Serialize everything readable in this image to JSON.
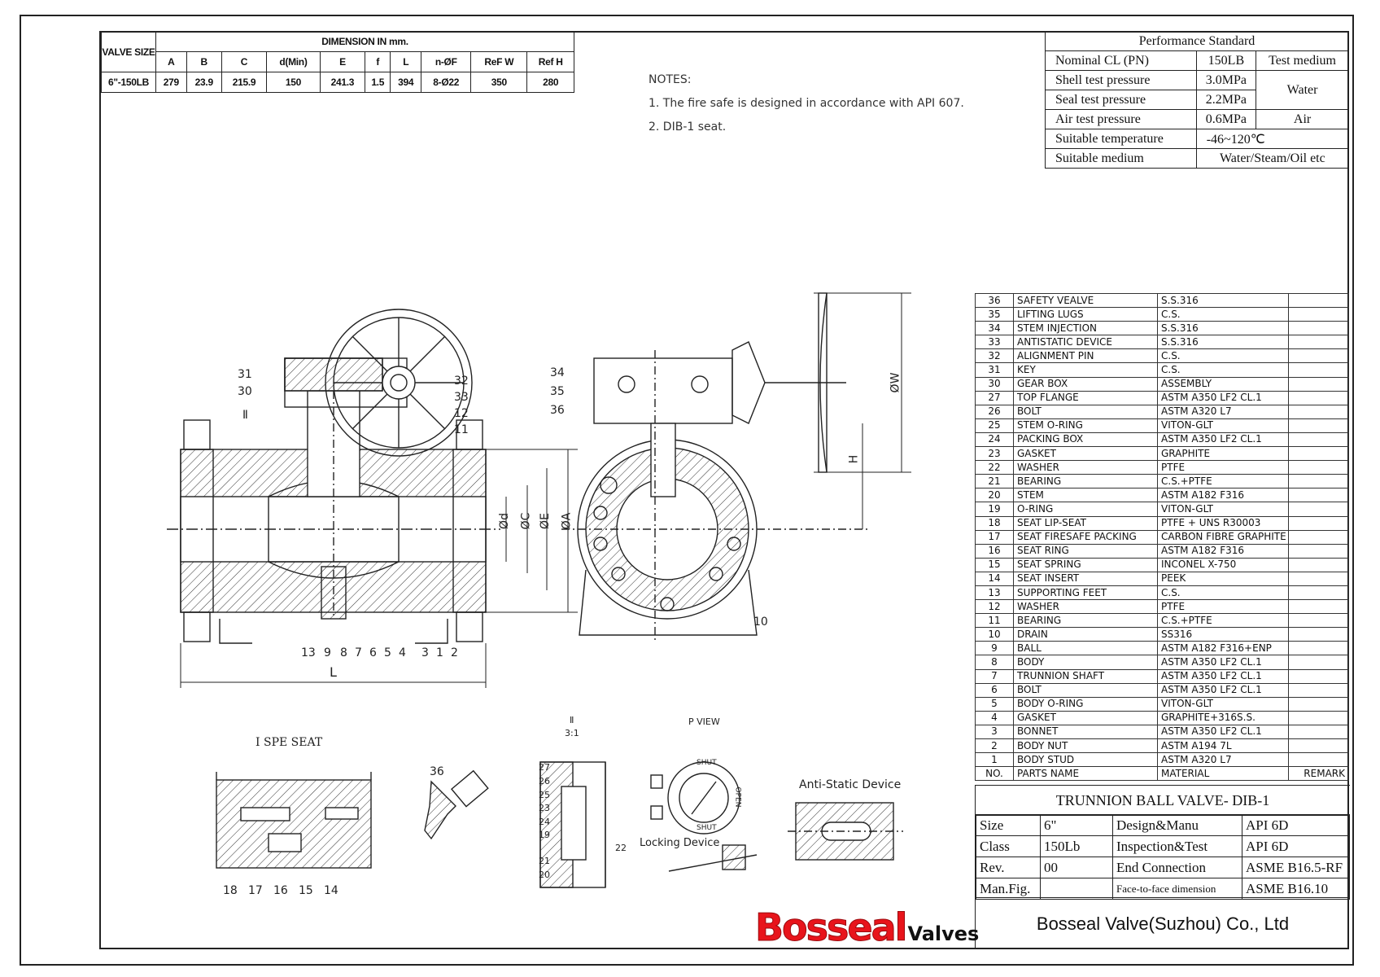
{
  "dimension_table": {
    "valve_size_header": "VALVE SIZE",
    "dimension_header": "DIMENSION IN mm.",
    "columns": [
      "A",
      "B",
      "C",
      "d(Min)",
      "E",
      "f",
      "L",
      "n-ØF",
      "ReF W",
      "Ref H"
    ],
    "row": {
      "size": "6\"-150LB",
      "values": [
        "279",
        "23.9",
        "215.9",
        "150",
        "241.3",
        "1.5",
        "394",
        "8-Ø22",
        "350",
        "280"
      ]
    }
  },
  "notes": {
    "title": "NOTES:",
    "items": [
      "1. The fire safe is designed in accordance with API 607.",
      "2. DIB-1 seat."
    ]
  },
  "performance": {
    "title": "Performance Standard",
    "rows": [
      {
        "label": "Nominal CL (PN)",
        "value": "150LB",
        "medium": "Test medium"
      },
      {
        "label": "Shell test pressure",
        "value": "3.0MPa",
        "medium": "Water"
      },
      {
        "label": "Seal test pressure",
        "value": "2.2MPa"
      },
      {
        "label": "Air test pressure",
        "value": "0.6MPa",
        "medium": "Air"
      },
      {
        "label": "Suitable temperature",
        "value": "-46~120℃"
      },
      {
        "label": "Suitable medium",
        "value": "Water/Steam/Oil etc"
      }
    ]
  },
  "parts": [
    {
      "no": "36",
      "name": "SAFETY VEALVE",
      "material": "S.S.316"
    },
    {
      "no": "35",
      "name": "LIFTING LUGS",
      "material": "C.S."
    },
    {
      "no": "34",
      "name": "STEM INJECTION",
      "material": "S.S.316"
    },
    {
      "no": "33",
      "name": "ANTISTATIC DEVICE",
      "material": "S.S.316"
    },
    {
      "no": "32",
      "name": "ALIGNMENT PIN",
      "material": "C.S."
    },
    {
      "no": "31",
      "name": "KEY",
      "material": "C.S."
    },
    {
      "no": "30",
      "name": "GEAR BOX",
      "material": "ASSEMBLY"
    },
    {
      "no": "27",
      "name": "TOP FLANGE",
      "material": "ASTM A350 LF2 CL.1"
    },
    {
      "no": "26",
      "name": "BOLT",
      "material": "ASTM A320 L7"
    },
    {
      "no": "25",
      "name": "STEM O-RING",
      "material": "VITON-GLT"
    },
    {
      "no": "24",
      "name": "PACKING BOX",
      "material": "ASTM A350 LF2 CL.1"
    },
    {
      "no": "23",
      "name": "GASKET",
      "material": "GRAPHITE"
    },
    {
      "no": "22",
      "name": "WASHER",
      "material": "PTFE"
    },
    {
      "no": "21",
      "name": "BEARING",
      "material": "C.S.+PTFE"
    },
    {
      "no": "20",
      "name": "STEM",
      "material": "ASTM A182 F316"
    },
    {
      "no": "19",
      "name": "O-RING",
      "material": "VITON-GLT"
    },
    {
      "no": "18",
      "name": "SEAT LIP-SEAT",
      "material": "PTFE + UNS R30003"
    },
    {
      "no": "17",
      "name": "SEAT FIRESAFE PACKING",
      "material": "CARBON FIBRE GRAPHITE"
    },
    {
      "no": "16",
      "name": "SEAT RING",
      "material": "ASTM A182 F316"
    },
    {
      "no": "15",
      "name": "SEAT SPRING",
      "material": "INCONEL X-750"
    },
    {
      "no": "14",
      "name": "SEAT INSERT",
      "material": "PEEK"
    },
    {
      "no": "13",
      "name": "SUPPORTING FEET",
      "material": "C.S."
    },
    {
      "no": "12",
      "name": "WASHER",
      "material": "PTFE"
    },
    {
      "no": "11",
      "name": "BEARING",
      "material": "C.S.+PTFE"
    },
    {
      "no": "10",
      "name": "DRAIN",
      "material": "SS316"
    },
    {
      "no": "9",
      "name": "BALL",
      "material": "ASTM A182 F316+ENP"
    },
    {
      "no": "8",
      "name": "BODY",
      "material": "ASTM A350 LF2 CL.1"
    },
    {
      "no": "7",
      "name": "TRUNNION SHAFT",
      "material": "ASTM A350 LF2 CL.1"
    },
    {
      "no": "6",
      "name": "BOLT",
      "material": "ASTM A350 LF2 CL.1"
    },
    {
      "no": "5",
      "name": "BODY O-RING",
      "material": "VITON-GLT"
    },
    {
      "no": "4",
      "name": "GASKET",
      "material": "GRAPHITE+316S.S."
    },
    {
      "no": "3",
      "name": "BONNET",
      "material": "ASTM A350 LF2 CL.1"
    },
    {
      "no": "2",
      "name": "BODY NUT",
      "material": "ASTM A194 7L"
    },
    {
      "no": "1",
      "name": "BODY STUD",
      "material": "ASTM A320 L7"
    }
  ],
  "parts_header": {
    "no": "NO.",
    "name": "PARTS NAME",
    "material": "MATERIAL",
    "remark": "REMARK"
  },
  "title_block": {
    "title": "TRUNNION  BALL VALVE- DIB-1",
    "rows": [
      {
        "k": "Size",
        "v": "6\"",
        "k2": "Design&Manu",
        "v2": "API 6D"
      },
      {
        "k": "Class",
        "v": "150Lb",
        "k2": "Inspection&Test",
        "v2": "API 6D"
      },
      {
        "k": "Rev.",
        "v": "00",
        "k2": "End Connection",
        "v2": "ASME B16.5-RF"
      },
      {
        "k": "Man.Fig.",
        "v": "",
        "k2": "Face-to-face dimension",
        "v2": "ASME B16.10"
      }
    ],
    "company": "Bosseal Valve(Suzhou) Co., Ltd"
  },
  "logo": {
    "brand": "Bosseal",
    "suffix": "Valves",
    "color": "#e8141b"
  },
  "drawing_labels": {
    "front_callouts_top": [
      "31",
      "30",
      "Ⅱ",
      "32",
      "33",
      "12",
      "11"
    ],
    "front_callouts_bottom": [
      "13",
      "9",
      "8",
      "7",
      "6",
      "5",
      "4",
      "3",
      "1",
      "2"
    ],
    "front_dims": [
      "Ød",
      "ØC",
      "ØE",
      "ØA"
    ],
    "length_label": "L",
    "side_callouts": [
      "34",
      "35",
      "36",
      "10"
    ],
    "side_dims": [
      "ØW",
      "H"
    ],
    "section_i_title": "I  SPE  SEAT",
    "section_i_callouts": [
      "18",
      "17",
      "16",
      "15",
      "14"
    ],
    "detail_36": "36",
    "detail_ii_title": "Ⅱ",
    "detail_ii_scale": "3:1",
    "detail_ii_callouts": [
      "27",
      "26",
      "25",
      "23",
      "24",
      "19",
      "21",
      "20",
      "22"
    ],
    "p_view_title": "P VIEW",
    "p_view_shut": "SHUT",
    "p_view_open": "OPEN",
    "locking_device": "Locking Device",
    "antistatic": "Anti-Static Device"
  }
}
